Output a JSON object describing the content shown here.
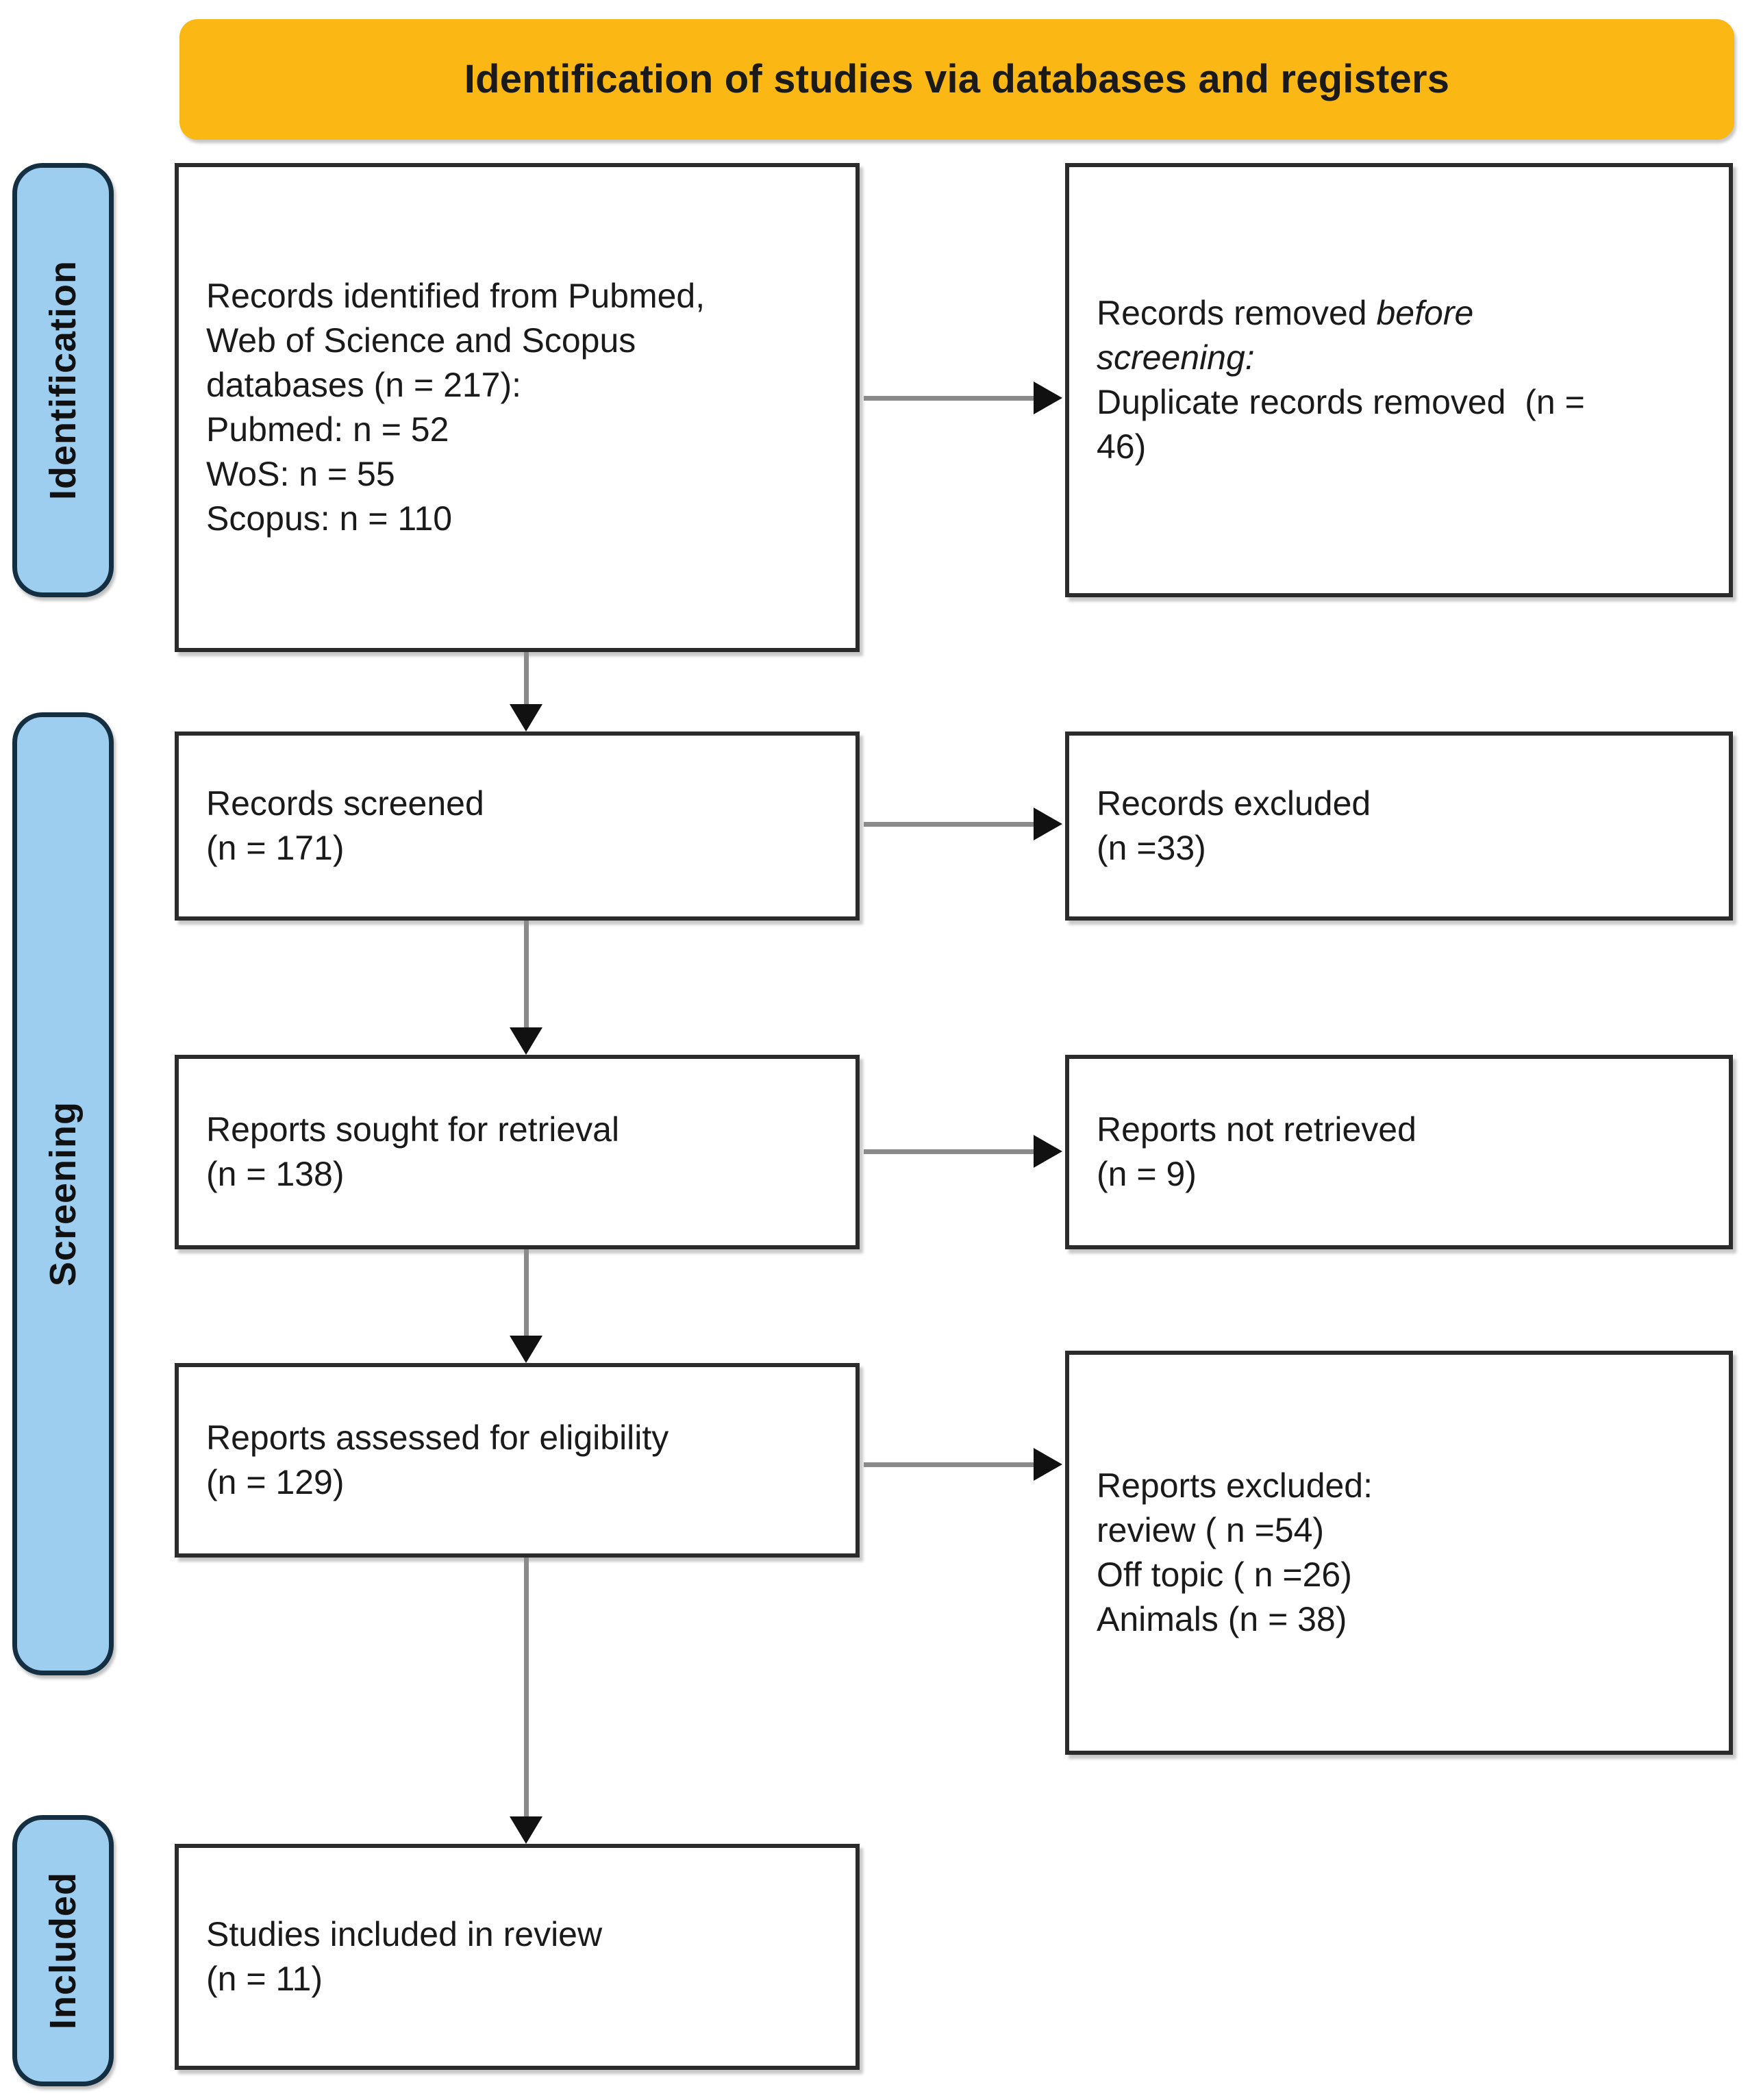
{
  "banner": {
    "title": "Identification of studies via databases and registers",
    "color": "#FBB713"
  },
  "phases": {
    "identification": "Identification",
    "screening": "Screening",
    "included": "Included",
    "color": "#9DCDEF",
    "border_color": "#152F42"
  },
  "boxes": {
    "identified": "Records identified from Pubmed,\nWeb of Science and Scopus\ndatabases (n = 217):\nPubmed: n = 52\nWoS: n = 55\nScopus: n = 110",
    "removed_heading": "Records removed ",
    "removed_heading_italic": "before\nscreening:",
    "removed_body": "\nDuplicate records removed  (n =\n46)",
    "screened": "Records screened\n(n = 171)",
    "excluded_records": "Records excluded\n(n =33)",
    "sought": "Reports sought for retrieval\n(n = 138)",
    "not_retrieved": "Reports not retrieved\n(n = 9)",
    "assessed": "Reports assessed for eligibility\n(n = 129)",
    "excluded_reports": "Reports excluded:\nreview ( n =54)\nOff topic ( n =26)\nAnimals (n = 38)",
    "included": "Studies included in review\n(n = 11)"
  },
  "counts": {
    "identified_total": 217,
    "pubmed": 52,
    "wos": 55,
    "scopus": 110,
    "duplicates_removed": 46,
    "screened": 171,
    "records_excluded": 33,
    "sought_for_retrieval": 138,
    "not_retrieved": 9,
    "assessed_for_eligibility": 129,
    "excluded_review": 54,
    "excluded_off_topic": 26,
    "excluded_animals": 38,
    "included_in_review": 11
  }
}
